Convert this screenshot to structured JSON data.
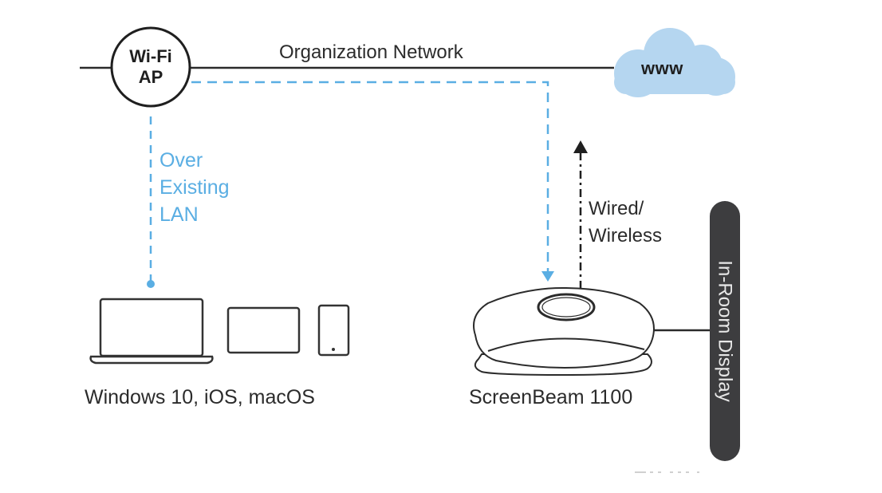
{
  "diagram": {
    "title": "ScreenBeam 1100 network topology",
    "colors": {
      "line": "#2b2b2b",
      "lan_path": "#5aaee3",
      "cloud": "#b5d6f0",
      "display_bar": "#3d3d3f",
      "display_text": "#e8e8e8",
      "background": "#ffffff"
    },
    "nodes": {
      "wifi_ap": {
        "label_line1": "Wi-Fi",
        "label_line2": "AP",
        "icon": "wifi-ap-circle-icon"
      },
      "internet": {
        "label": "www",
        "icon": "cloud-icon"
      },
      "clients": {
        "label": "Windows 10, iOS, macOS",
        "icons": [
          "laptop-icon",
          "tablet-icon",
          "phone-icon"
        ]
      },
      "receiver": {
        "label": "ScreenBeam 1100",
        "icon": "screenbeam-device-icon"
      },
      "display": {
        "label": "In-Room Display",
        "icon": "display-bar-icon"
      }
    },
    "connections": {
      "organization_network": {
        "label": "Organization Network",
        "style": "solid"
      },
      "lan": {
        "label_lines": [
          "Over",
          "Existing",
          "LAN"
        ],
        "style": "dashed-blue"
      },
      "uplink": {
        "label_lines": [
          "Wired/",
          "Wireless"
        ],
        "style": "dash-dot-arrow"
      }
    }
  }
}
